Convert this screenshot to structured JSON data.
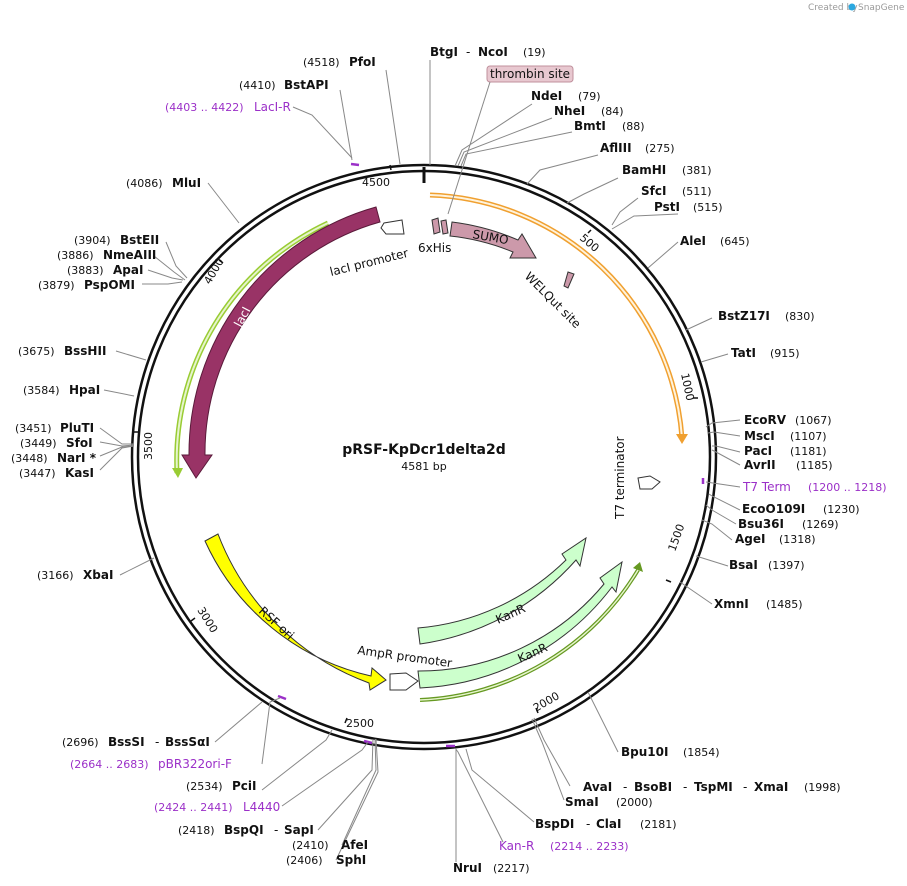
{
  "credit": {
    "text": "Created by",
    "brand": "SnapGene"
  },
  "plasmid": {
    "name": "pRSF-KpDcr1delta2d",
    "length": "4581 bp"
  },
  "ticks": [
    "500",
    "1000",
    "1500",
    "2000",
    "2500",
    "3000",
    "3500",
    "4000",
    "4500"
  ],
  "features": {
    "sumo": "SUMO",
    "his": "6xHis",
    "welqut": "WELQut site",
    "thrombin": "thrombin site",
    "laci": "lacI",
    "laci_promoter": "lacI promoter",
    "t7_terminator": "T7 terminator",
    "rsf_ori": "RSF ori",
    "ampr_promoter": "AmpR promoter",
    "kanr1": "KanR",
    "kanr2": "KanR"
  },
  "sites": {
    "btgi": {
      "name": "BtgI",
      "name2": "NcoI",
      "pos": "(19)"
    },
    "ndei": {
      "name": "NdeI",
      "pos": "(79)"
    },
    "nhei": {
      "name": "NheI",
      "pos": "(84)"
    },
    "bmti": {
      "name": "BmtI",
      "pos": "(88)"
    },
    "aflIII": {
      "name": "AflIII",
      "pos": "(275)"
    },
    "bamhi": {
      "name": "BamHI",
      "pos": "(381)"
    },
    "sfci": {
      "name": "SfcI",
      "pos": "(511)"
    },
    "psti": {
      "name": "PstI",
      "pos": "(515)"
    },
    "alei": {
      "name": "AleI",
      "pos": "(645)"
    },
    "bstz17i": {
      "name": "BstZ17I",
      "pos": "(830)"
    },
    "tati": {
      "name": "TatI",
      "pos": "(915)"
    },
    "ecorv": {
      "name": "EcoRV",
      "pos": "(1067)"
    },
    "msci": {
      "name": "MscI",
      "pos": "(1107)"
    },
    "paci": {
      "name": "PacI",
      "pos": "(1181)"
    },
    "avrii": {
      "name": "AvrII",
      "pos": "(1185)"
    },
    "ecoo109i": {
      "name": "EcoO109I",
      "pos": "(1230)"
    },
    "bsu36i": {
      "name": "Bsu36I",
      "pos": "(1269)"
    },
    "agei": {
      "name": "AgeI",
      "pos": "(1318)"
    },
    "bsai": {
      "name": "BsaI",
      "pos": "(1397)"
    },
    "xmni": {
      "name": "XmnI",
      "pos": "(1485)"
    },
    "bpu10i": {
      "name": "Bpu10I",
      "pos": "(1854)"
    },
    "avai": {
      "name": "AvaI",
      "name2": "BsoBI",
      "name3": "TspMI",
      "name4": "XmaI",
      "pos": "(1998)"
    },
    "smai": {
      "name": "SmaI",
      "pos": "(2000)"
    },
    "bspdi": {
      "name": "BspDI",
      "name2": "ClaI",
      "pos": "(2181)"
    },
    "nrui": {
      "name": "NruI",
      "pos": "(2217)"
    },
    "sphi": {
      "name": "SphI",
      "pos": "(2406)"
    },
    "afei": {
      "name": "AfeI",
      "pos": "(2410)"
    },
    "bspqi": {
      "name": "BspQI",
      "name2": "SapI",
      "pos": "(2418)"
    },
    "pcii": {
      "name": "PciI",
      "pos": "(2534)"
    },
    "bsssi": {
      "name": "BssSI",
      "name2": "BssSαI",
      "pos": "(2696)"
    },
    "xbai": {
      "name": "XbaI",
      "pos": "(3166)"
    },
    "kasi": {
      "name": "KasI",
      "pos": "(3447)"
    },
    "nari": {
      "name": "NarI *",
      "pos": "(3448)"
    },
    "sfoi": {
      "name": "SfoI",
      "pos": "(3449)"
    },
    "pluti": {
      "name": "PluTI",
      "pos": "(3451)"
    },
    "hpai": {
      "name": "HpaI",
      "pos": "(3584)"
    },
    "bsshii": {
      "name": "BssHII",
      "pos": "(3675)"
    },
    "pspomi": {
      "name": "PspOMI",
      "pos": "(3879)"
    },
    "apai": {
      "name": "ApaI",
      "pos": "(3883)"
    },
    "nmeaiii": {
      "name": "NmeAIII",
      "pos": "(3886)"
    },
    "bsteii": {
      "name": "BstEII",
      "pos": "(3904)"
    },
    "mlui": {
      "name": "MluI",
      "pos": "(4086)"
    },
    "bstapi": {
      "name": "BstAPI",
      "pos": "(4410)"
    },
    "pfoi": {
      "name": "PfoI",
      "pos": "(4518)"
    }
  },
  "primers": {
    "laci_r": {
      "name": "LacI-R",
      "range": "(4403 .. 4422)"
    },
    "t7_term": {
      "name": "T7 Term",
      "range": "(1200 .. 1218)"
    },
    "kan_r": {
      "name": "Kan-R",
      "range": "(2214 .. 2233)"
    },
    "l4440": {
      "name": "L4440",
      "range": "(2424 .. 2441)"
    },
    "pbr322ori_f": {
      "name": "pBR322ori-F",
      "range": "(2664 .. 2683)"
    }
  },
  "colors": {
    "backbone": "#111111",
    "laci": "#993366",
    "sumo": "#cc99aa",
    "rsf_ori": "#ffff00",
    "kanr": "#ccffcc",
    "orange_track": "#f0a030",
    "green_track": "#99cc33",
    "primer": "#9b30c8",
    "snapgene": "#2ba8e0"
  }
}
